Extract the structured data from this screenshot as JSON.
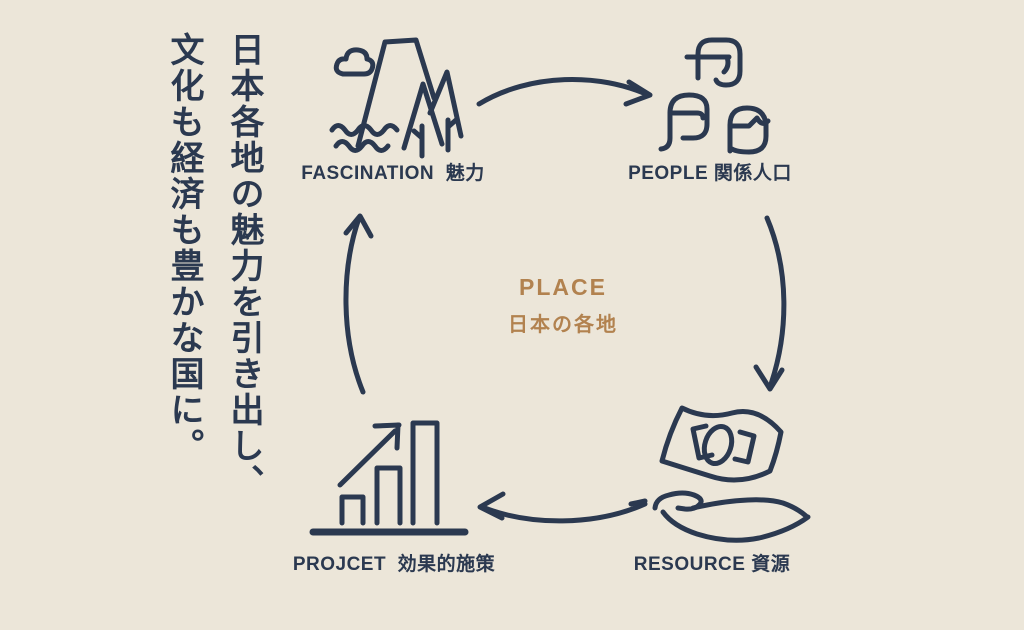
{
  "page": {
    "background_color": "#ece6d9",
    "ink_color": "#2b3950",
    "accent_color": "#b2824f"
  },
  "headline": {
    "text": "日本各地の魅力を引き出し、\n文化も経済も豊かな国に。"
  },
  "center": {
    "title": "PLACE",
    "subtitle": "日本の各地"
  },
  "nodes": [
    {
      "id": "fascination",
      "label": "FASCINATION  魅力",
      "icon": "mountain-nature-icon"
    },
    {
      "id": "people",
      "label": "PEOPLE 関係人口",
      "icon": "three-people-icon"
    },
    {
      "id": "resource",
      "label": "RESOURCE 資源",
      "icon": "banknote-in-hand-icon"
    },
    {
      "id": "project",
      "label": "PROJCET  効果的施策",
      "icon": "growth-bar-chart-icon"
    }
  ],
  "cycle": {
    "direction": "clockwise",
    "order": [
      "FASCINATION",
      "PEOPLE",
      "RESOURCE",
      "PROJCET"
    ]
  }
}
